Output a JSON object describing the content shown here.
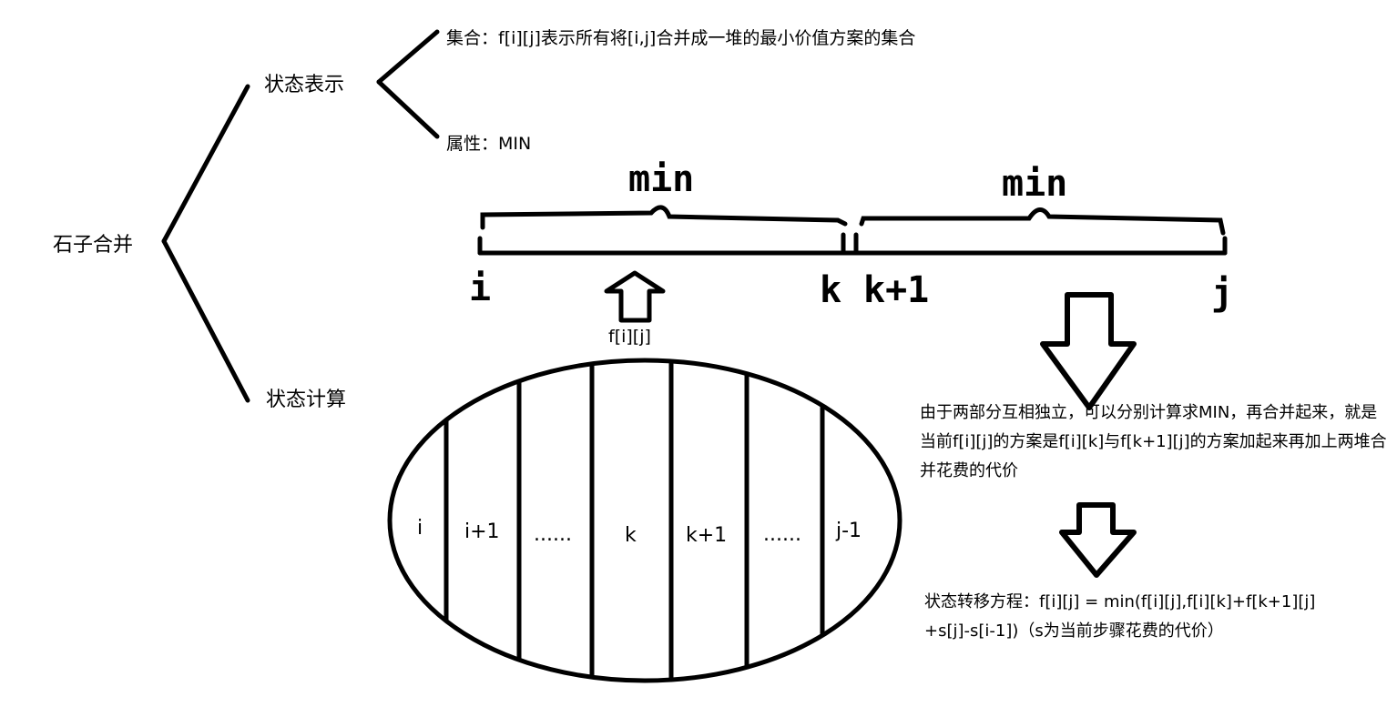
{
  "tree": {
    "root": "石子合并",
    "branch_state": "状态表示",
    "branch_compute": "状态计算",
    "set_label": "集合：f[i][j]表示所有将[i,j]合并成一堆的最小价值方案的集合",
    "attr_label": "属性：MIN"
  },
  "segment": {
    "left_min": "min",
    "right_min": "min",
    "i": "i",
    "k": "k",
    "k1": "k+1",
    "j": "j"
  },
  "arrow_label": "f[i][j]",
  "ellipse_parts": [
    "i",
    "i+1",
    "......",
    "k",
    "k+1",
    "......",
    "j-1"
  ],
  "explanation": "由于两部分互相独立，可以分别计算求MIN，再合并起来，就是当前f[i][j]的方案是f[i][k]与f[k+1][j]的方案加起来再加上两堆合并花费的代价",
  "equation_line1": "状态转移方程：f[i][j] = min(f[i][j],f[i][k]+f[k+1][j]",
  "equation_line2": "+s[j]-s[i-1])（s为当前步骤花费的代价）"
}
